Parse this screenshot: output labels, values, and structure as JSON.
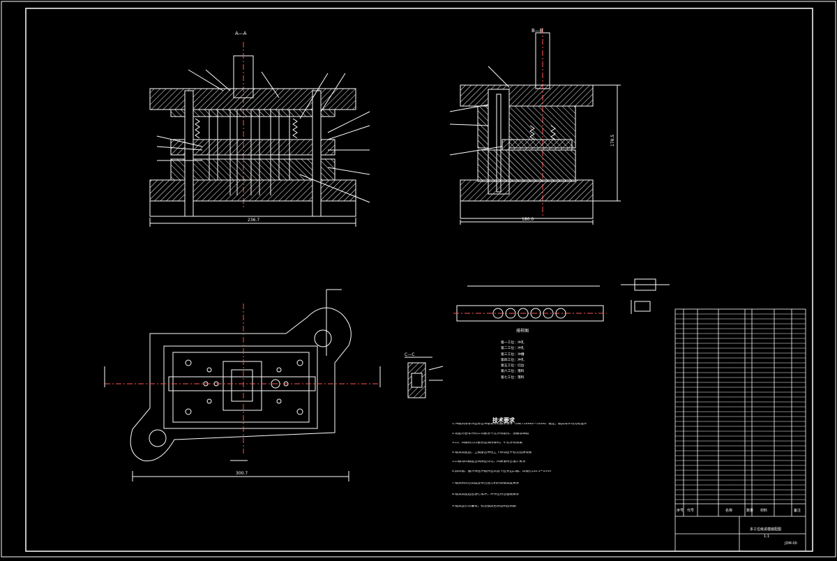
{
  "drawing": {
    "section_left": "A—A",
    "section_right": "B—B",
    "section_small": "C—C",
    "strip_caption": "排样图",
    "technical_title": "技术要求",
    "technical_lines": [
      "1.冲模所用零件应符合冲模零件的技术条件（GB/T14662—2006）规定，模具零件均为标准件",
      "2.装配时各零件的工作部分不允许有裂纹、伤痕等缺陷",
      "3.凸、凹模的刃口部分应保持锋利，不允许有倒角",
      "4.模具装配后，上模座沿导柱上下移动应平稳无阻滞现象",
      "5.凸模与凹模配合间隙应均匀，间隙值符合设计要求",
      "6.卸料板、推件块在冲模开启状态下应突出凸模、凹模刃口0.5~1mm",
      "7.模具的闭合高度应符合压力机的装模高度要求",
      "8.模具装配后应进行试冲，冲件应符合图纸要求",
      "9.模具应打印编号，标注模具名称及制造日期"
    ],
    "process_lines": [
      "第一工位：冲孔",
      "第二工位：冲孔",
      "第三工位：冲槽",
      "第四工位：冲孔",
      "第五工位：切边",
      "第六工位：落料",
      "第七工位：落料"
    ],
    "dims": {
      "left_width": "236.7",
      "right_width": "180.0",
      "right_height": "178.5",
      "plan_width": "300.7"
    },
    "title_block": {
      "part_name": "多工位级进模装配图",
      "drawing_no": "JDM-00",
      "scale": "1:1",
      "header_cols": [
        "序号",
        "代号",
        "名称",
        "数量",
        "材料",
        "备注"
      ]
    }
  }
}
